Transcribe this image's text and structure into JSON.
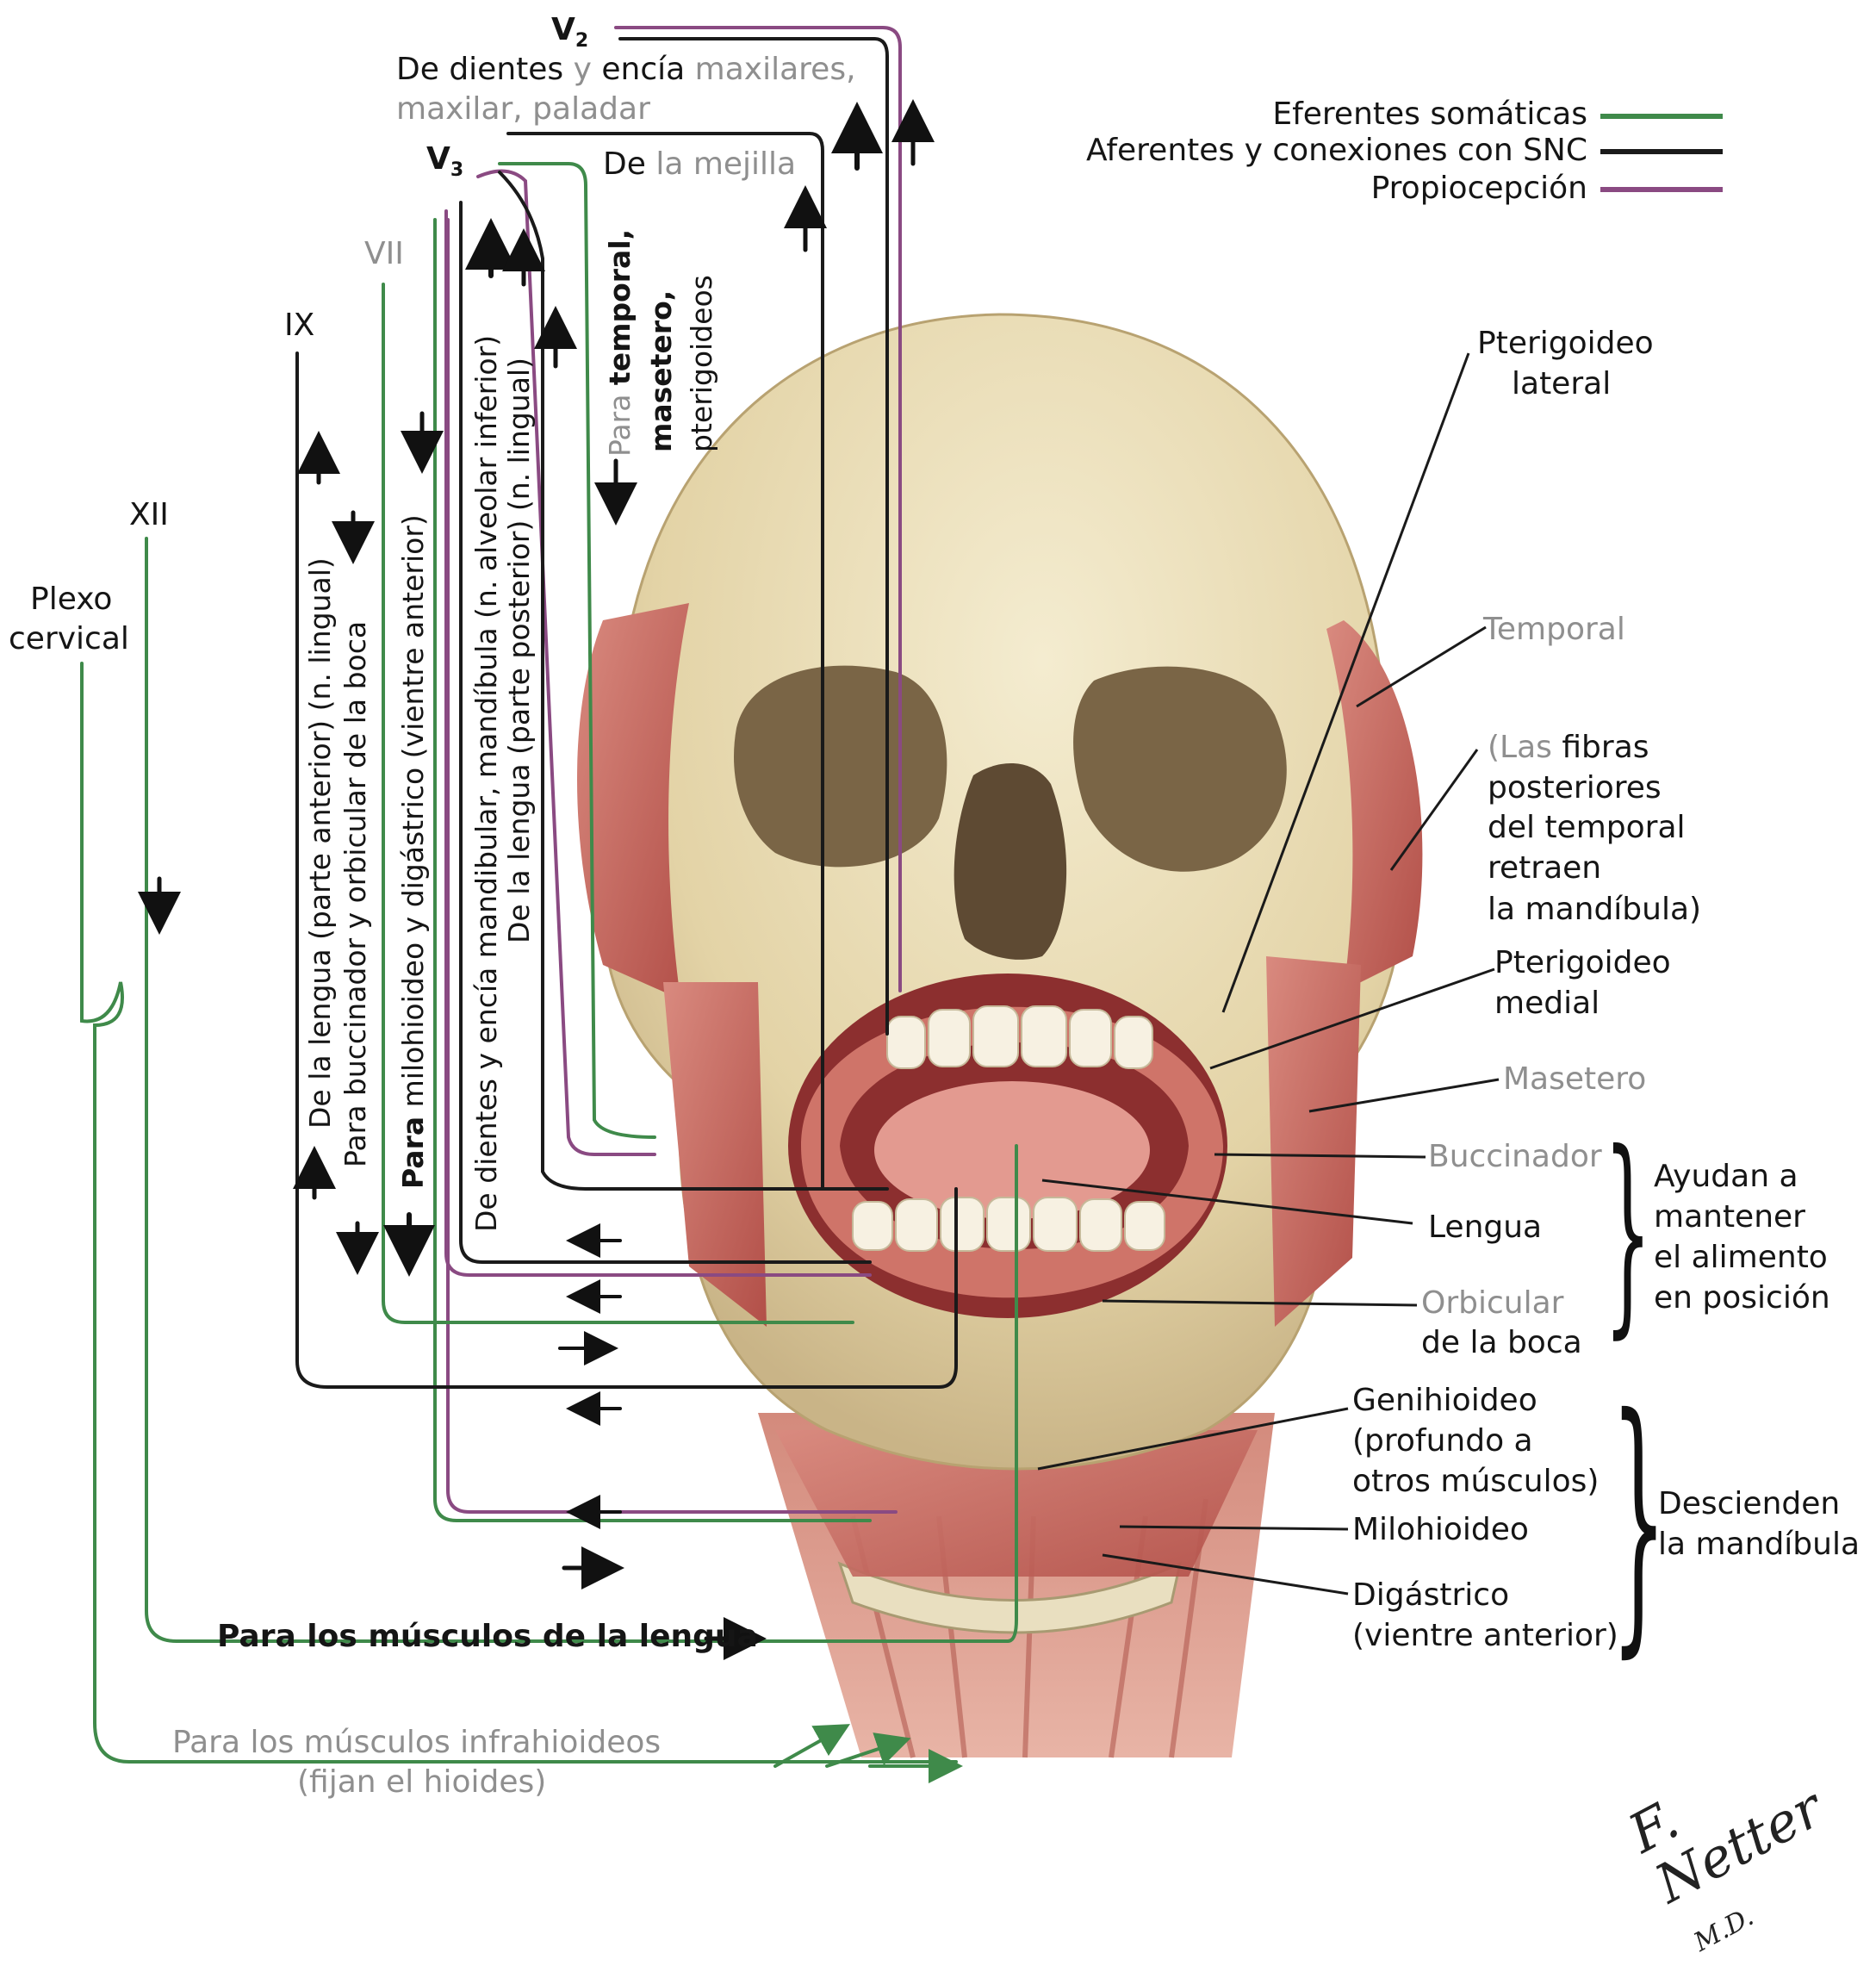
{
  "legend": {
    "somatic_efferent": "Eferentes somáticas",
    "afferent": "Aferentes y conexiones con SNC",
    "proprioception": "Propiocepción"
  },
  "colors": {
    "somatic_efferent": "#3f8a4a",
    "afferent": "#1a1a1a",
    "proprioception": "#8a4a82",
    "gray_text": "#8f8f8f",
    "bone": "#e8dcb5",
    "muscle": "#c8675f"
  },
  "nerves": {
    "v2": "V",
    "v2_sub": "2",
    "v3": "V",
    "v3_sub": "3",
    "vii": "VII",
    "ix": "IX",
    "xii": "XII",
    "plexus_1": "Plexo",
    "plexus_2": "cervical"
  },
  "top_labels": {
    "teeth_1a": "De dientes",
    "teeth_1b": "y",
    "teeth_1c": "encía",
    "teeth_1d": "maxilares,",
    "teeth_2": "maxilar, paladar",
    "cheek_a": "De",
    "cheek_b": "la mejilla"
  },
  "vertical_labels": {
    "tongue_anterior": "De la lengua (parte anterior) (n. lingual)",
    "buccinator": "Para buccinador y orbicular de la boca",
    "mylohyoid_a": "Para",
    "mylohyoid_b": "milohioideo y digástrico (vientre anterior)",
    "teeth_mandible": "De dientes y encía mandibular, mandíbula (n. alveolar inferior)",
    "tongue_posterior": "De la lengua (parte posterior) (n. lingual)",
    "temporal_a": "Para",
    "temporal_b": "temporal,",
    "masseter": "masetero,",
    "pterygoids": "pterigoideos"
  },
  "right_labels": {
    "pterygoid_lateral_1": "Pterigoideo",
    "pterygoid_lateral_2": "lateral",
    "temporal": "Temporal",
    "posterior_fibers_1a": "(Las",
    "posterior_fibers_1b": "fibras",
    "posterior_fibers_2": "posteriores",
    "posterior_fibers_3": "del temporal",
    "posterior_fibers_4": "retraen",
    "posterior_fibers_5": "la mandíbula)",
    "pterygoid_medial_1": "Pterigoideo",
    "pterygoid_medial_2": "medial",
    "masseter": "Masetero",
    "buccinator": "Buccinador",
    "tongue": "Lengua",
    "orbicularis_1": "Orbicular",
    "orbicularis_2": "de la boca",
    "geniohyoid_1": "Genihioideo",
    "geniohyoid_2": "(profundo a",
    "geniohyoid_3": "otros músculos)",
    "mylohyoid": "Milohioideo",
    "digastric_1": "Digástrico",
    "digastric_2": "(vientre anterior)"
  },
  "groups": {
    "help_1": "Ayudan a",
    "help_2": "mantener",
    "help_3": "el alimento",
    "help_4": "en posición",
    "descend_1": "Descienden",
    "descend_2": "la mandíbula"
  },
  "bottom_labels": {
    "tongue_muscles": "Para los músculos de la lengua",
    "infrahyoid_1": "Para los músculos infrahioideos",
    "infrahyoid_2": "(fijan el hioides)"
  },
  "signature": {
    "line_1": "F. Netter",
    "line_2": "M.D."
  }
}
